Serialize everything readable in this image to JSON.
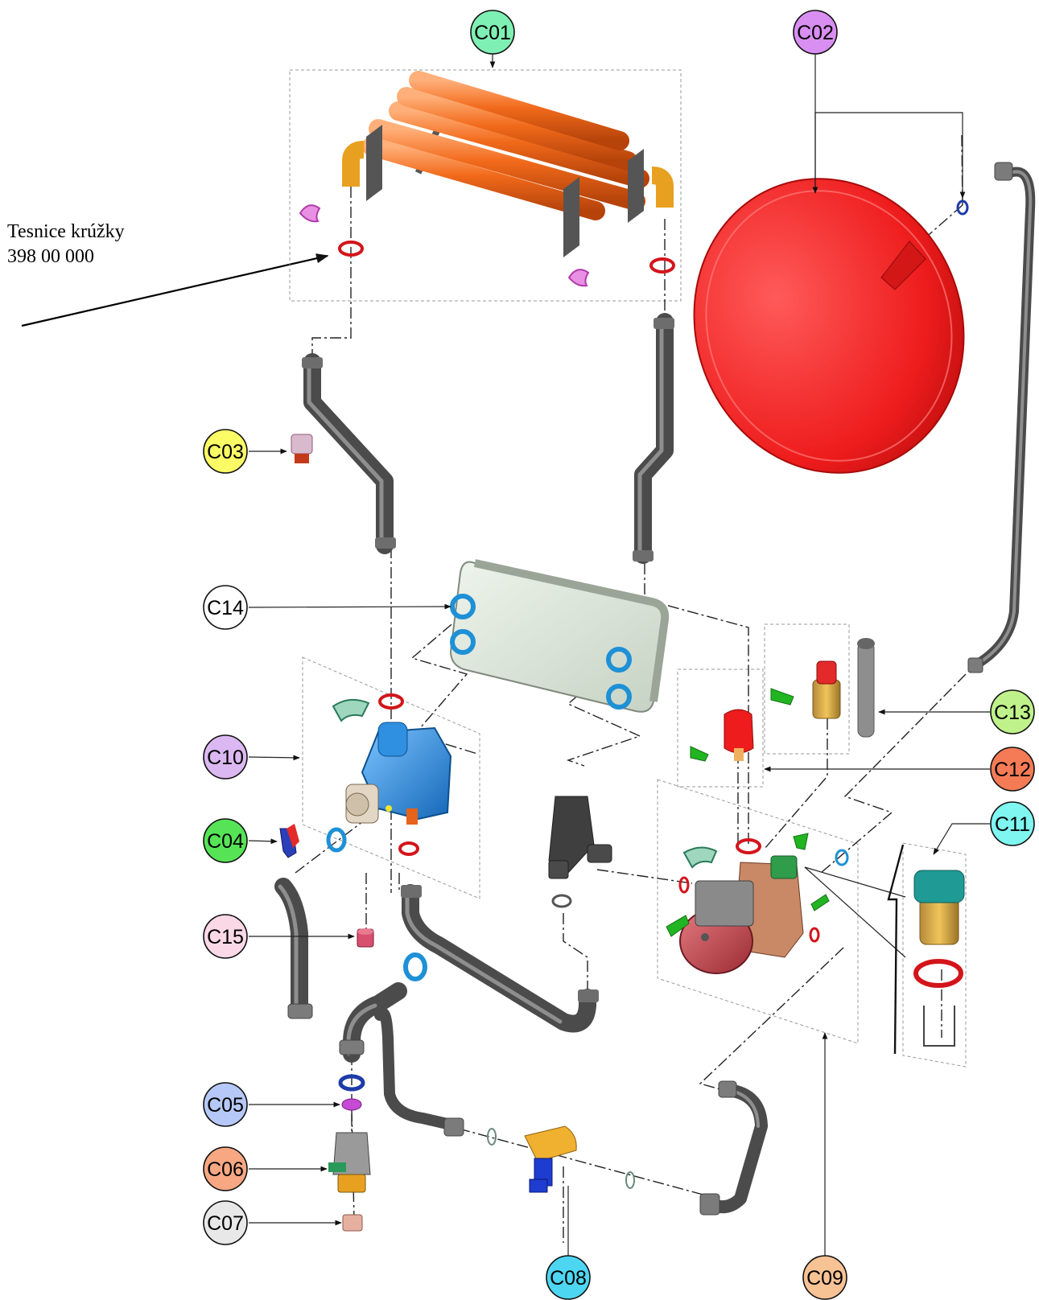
{
  "note": {
    "line1": "Tesnice krúžky",
    "line2": "398 00 000"
  },
  "colors": {
    "heat_exchanger": "#f26a1b",
    "expansion_vessel": "#ee1c1c",
    "pipe": "#4b4b4b",
    "plate_exchanger": "#d9e4d6",
    "seal_red": "#d3151b",
    "seal_blue": "#1e90d6",
    "diverter_valve": "#1e8fe0",
    "pump": "#c4424a",
    "clip_green": "#22b522",
    "clip_pink": "#e058c8"
  },
  "badges": [
    {
      "id": "C01",
      "label": "C01",
      "color": "#7ff0b4"
    },
    {
      "id": "C02",
      "label": "C02",
      "color": "#d98ef2"
    },
    {
      "id": "C03",
      "label": "C03",
      "color": "#fbfb66"
    },
    {
      "id": "C04",
      "label": "C04",
      "color": "#56e456"
    },
    {
      "id": "C05",
      "label": "C05",
      "color": "#b6c8f7"
    },
    {
      "id": "C06",
      "label": "C06",
      "color": "#f7a782"
    },
    {
      "id": "C07",
      "label": "C07",
      "color": "#e8e8e8"
    },
    {
      "id": "C08",
      "label": "C08",
      "color": "#4dd6f2"
    },
    {
      "id": "C09",
      "label": "C09",
      "color": "#f7c294"
    },
    {
      "id": "C10",
      "label": "C10",
      "color": "#dcb8f2"
    },
    {
      "id": "C11",
      "label": "C11",
      "color": "#7ff6f0"
    },
    {
      "id": "C12",
      "label": "C12",
      "color": "#f47b55"
    },
    {
      "id": "C13",
      "label": "C13",
      "color": "#bff28a"
    },
    {
      "id": "C14",
      "label": "C14",
      "color": "#ffffff"
    },
    {
      "id": "C15",
      "label": "C15",
      "color": "#fbd8e6"
    }
  ]
}
